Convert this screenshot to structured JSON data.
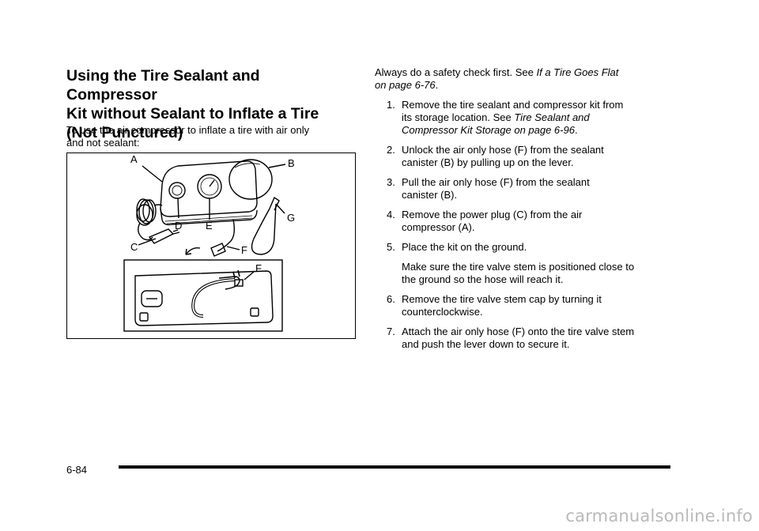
{
  "left_column": {
    "heading_lines": [
      "Using the Tire Sealant and Compressor",
      "Kit without Sealant to Inflate a Tire",
      "(Not Punctured)"
    ],
    "intro_lines": [
      "To use the air compressor to inflate a tire with air only",
      "and not sealant:"
    ],
    "figure": {
      "callouts": [
        "A",
        "B",
        "C",
        "D",
        "E",
        "F",
        "G",
        "F"
      ]
    }
  },
  "right_column": {
    "lead": {
      "text": "Always do a safety check first. See ",
      "link_lines": [
        "If a Tire Goes Flat",
        "on page 6-76"
      ],
      "end": "."
    },
    "steps": [
      {
        "num": "1.",
        "line1": "Remove the tire sealant and compressor kit from",
        "line2": "its storage location. See ",
        "link_lines": [
          "Tire Sealant and",
          "Compressor Kit Storage on page 6-96"
        ],
        "end": "."
      },
      {
        "num": "2.",
        "line1": "Unlock the air only hose (F) from the sealant",
        "line2": "canister (B) by pulling up on the lever."
      },
      {
        "num": "3.",
        "line1": "Pull the air only hose (F) from the sealant",
        "line2": "canister (B)."
      },
      {
        "num": "4.",
        "line1": "Remove the power plug (C) from the air",
        "line2": "compressor (A)."
      },
      {
        "num": "5.",
        "line1": "Place the kit on the ground."
      },
      {
        "num": "6.",
        "line1": "Remove the tire valve stem cap by turning it",
        "line2": "counterclockwise."
      },
      {
        "num": "7.",
        "line1": "Attach the air only hose (F) onto the tire valve stem",
        "line2": "and push the lever down to secure it."
      }
    ],
    "note_lines": [
      "Make sure the tire valve stem is positioned close to",
      "the ground so the hose will reach it."
    ]
  },
  "footer": {
    "page_number": "6-84",
    "watermark": "carmanualsonline.info"
  }
}
